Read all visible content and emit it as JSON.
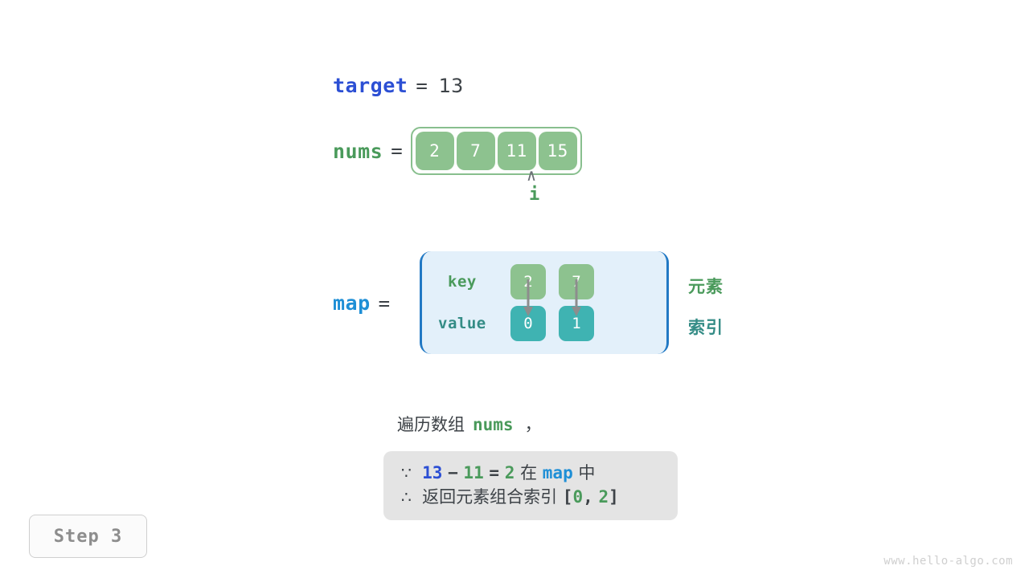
{
  "page": {
    "background": "#ffffff",
    "watermark": "www.hello-algo.com"
  },
  "colors": {
    "accent_blue": "#2c4fd4",
    "light_blue": "#1f8fd6",
    "green": "#4a9a5b",
    "teal": "#348c86",
    "cell_green": "#8dc28f",
    "cell_teal": "#3fb3b2",
    "map_bg": "#e3f0fa",
    "map_border": "#2279c4",
    "note_bg": "#e4e4e4",
    "text": "#3d4247",
    "muted": "#8d8d8d"
  },
  "target": {
    "name": "target",
    "equals": "=",
    "value": "13"
  },
  "nums": {
    "name": "nums",
    "equals": "=",
    "cells": [
      "2",
      "7",
      "11",
      "15"
    ],
    "pointer": {
      "caret": "∧",
      "label": "i",
      "index": 2
    }
  },
  "map": {
    "name": "map",
    "equals": "=",
    "row_labels": {
      "key": "key",
      "value": "value"
    },
    "entries": [
      {
        "key": "2",
        "value": "0"
      },
      {
        "key": "7",
        "value": "1"
      }
    ],
    "side_labels": {
      "element": "元素",
      "index": "索引"
    }
  },
  "caption": {
    "prefix": "遍历数组",
    "code": "nums",
    "suffix": "，"
  },
  "note": {
    "line1": {
      "symbol": "∵",
      "a": "13",
      "minus": "−",
      "b": "11",
      "equals": "=",
      "result": "2",
      "in_word": "在",
      "map": "map",
      "tail": "中"
    },
    "line2": {
      "symbol": "∴",
      "text": "返回元素组合索引",
      "bracket_open": "[",
      "idx_a": "0",
      "comma": ",",
      "idx_b": "2",
      "bracket_close": "]"
    }
  },
  "step_badge": {
    "label": "Step 3"
  }
}
